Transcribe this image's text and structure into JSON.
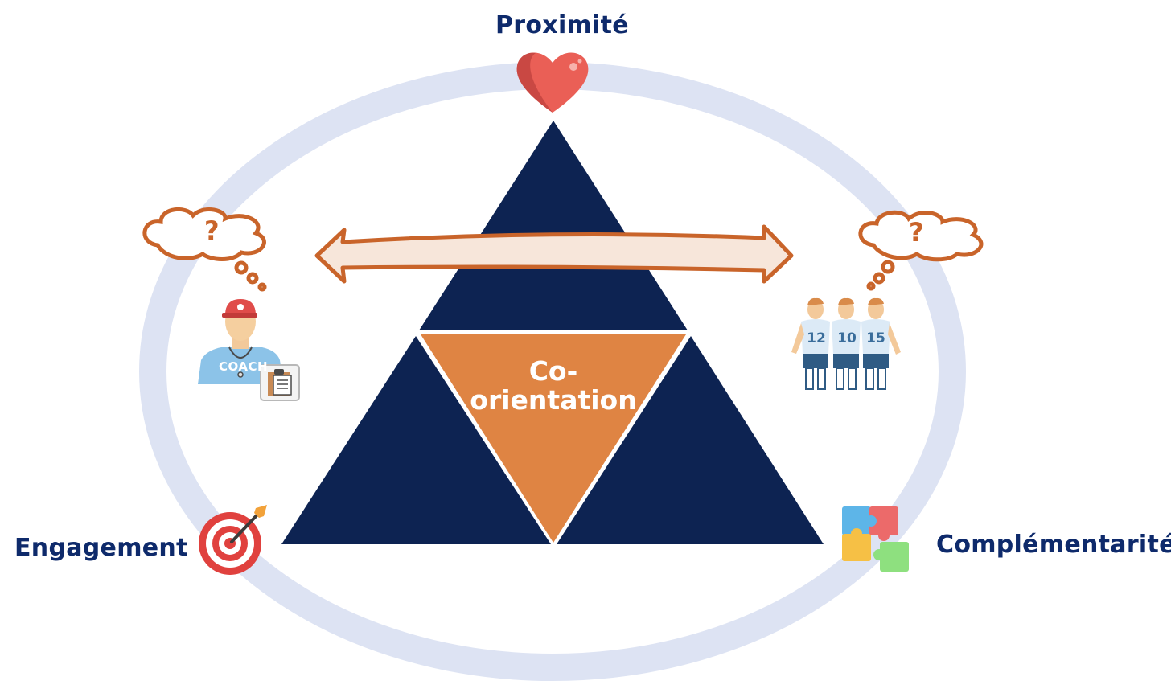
{
  "labels": {
    "top": "Proximité",
    "left": "Engagement",
    "right": "Complémentarité"
  },
  "center": {
    "line1": "Co-",
    "line2": "orientation"
  },
  "coach": {
    "shirt_text": "COACH"
  },
  "players": {
    "numbers": [
      "12",
      "10",
      "15"
    ]
  },
  "thought_bubbles": {
    "symbol": "?"
  },
  "icons": {
    "top": "heart-icon",
    "left": "target-icon",
    "right": "puzzle-icon",
    "coach": "coach-icon",
    "clipboard": "clipboard-icon",
    "players": "players-icon",
    "arrow": "double-arrow-icon",
    "thought": "thought-bubble-icon"
  },
  "colors": {
    "label_text": "#0e2a6b",
    "pyramid": "#0d2352",
    "center_triangle": "#df8443",
    "ellipse": "#dde3f3",
    "arrow_stroke": "#c9642a",
    "arrow_fill": "#f7e6da",
    "heart": "#ea5f56",
    "target_red": "#e0413e",
    "jersey": "#9bc3e6",
    "jersey_number": "#3a6d9b"
  }
}
